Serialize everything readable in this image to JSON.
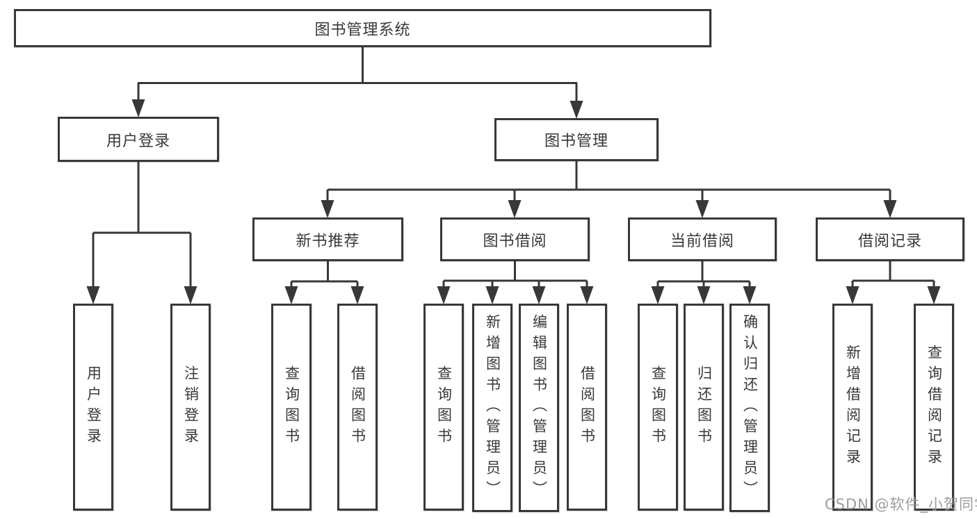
{
  "diagram": {
    "root": {
      "label": "图书管理系统"
    },
    "branches": [
      {
        "label": "用户登录",
        "children": [
          {
            "label": "用户登录"
          },
          {
            "label": "注销登录"
          }
        ]
      },
      {
        "label": "图书管理",
        "children": [
          {
            "label": "新书推荐",
            "children": [
              {
                "label": "查询图书"
              },
              {
                "label": "借阅图书"
              }
            ]
          },
          {
            "label": "图书借阅",
            "children": [
              {
                "label": "查询图书"
              },
              {
                "label": "新增图书（管理员）"
              },
              {
                "label": "编辑图书（管理员）"
              },
              {
                "label": "借阅图书"
              }
            ]
          },
          {
            "label": "当前借阅",
            "children": [
              {
                "label": "查询图书"
              },
              {
                "label": "归还图书"
              },
              {
                "label": "确认归还（管理员）"
              }
            ]
          },
          {
            "label": "借阅记录",
            "children": [
              {
                "label": "新增借阅记录"
              },
              {
                "label": "查询借阅记录"
              }
            ]
          }
        ]
      }
    ]
  },
  "watermark": {
    "text": "CSDN @软件_小贺同学"
  },
  "colors": {
    "line": "#383838",
    "node_text": "#383838",
    "node_background": "#ffffff",
    "watermark_text": "#949494",
    "page_background": "#ffffff"
  }
}
